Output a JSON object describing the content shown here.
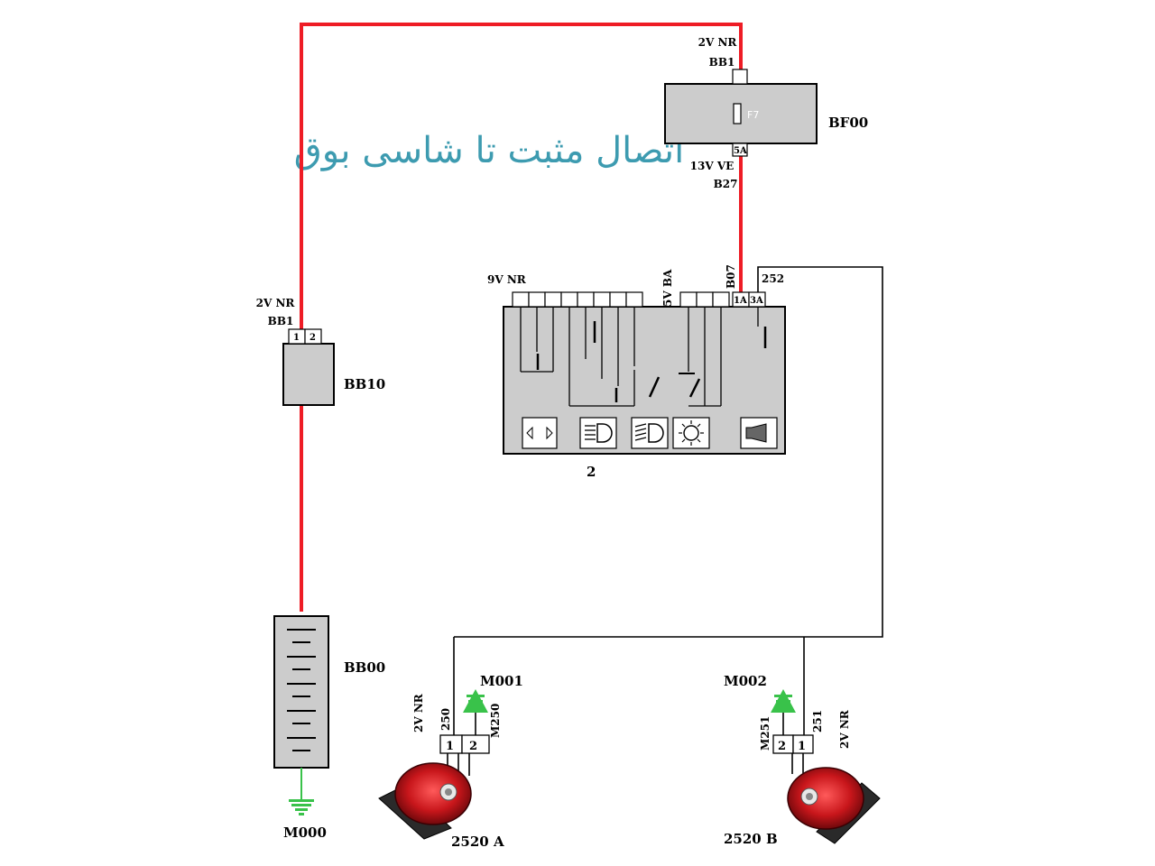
{
  "title": "اتصال مثبت تا شاسی بوق",
  "colors": {
    "positive_wire": "#ee1c25",
    "ground": "#39c24a",
    "title": "#3d9bb0",
    "box_fill": "#cccccc"
  },
  "components": {
    "fusebox": {
      "label": "BF00",
      "fuse": "F7",
      "top_conn": "2V NR",
      "top_conn_id": "BB1",
      "bottom_pin": "5A",
      "bottom_conn": "13V VE",
      "bottom_conn_id": "B27"
    },
    "battery_fuse": {
      "label": "BB10",
      "conn": "2V NR",
      "conn_id": "BB1",
      "pin1": "1",
      "pin2": "2"
    },
    "battery": {
      "label": "BB00",
      "ground": "M000"
    },
    "switch": {
      "label": "2",
      "conn_left": "9V NR",
      "conn_mid": "5V BA",
      "conn_right": "B07",
      "pin_1a": "1A",
      "pin_3a": "3A",
      "wire_out": "252",
      "icons": [
        "turn-signal-icon",
        "low-beam-icon",
        "fog-light-icon",
        "sidelight-icon",
        "horn-icon"
      ]
    },
    "horn_a": {
      "label": "2520 A",
      "ground": "M001",
      "conn": "2V NR",
      "wire_in": "250",
      "wire_gnd": "M250",
      "pin1": "1",
      "pin2": "2"
    },
    "horn_b": {
      "label": "2520 B",
      "ground": "M002",
      "conn": "2V NR",
      "wire_in": "251",
      "wire_gnd": "M251",
      "pin1": "1",
      "pin2": "2"
    }
  }
}
